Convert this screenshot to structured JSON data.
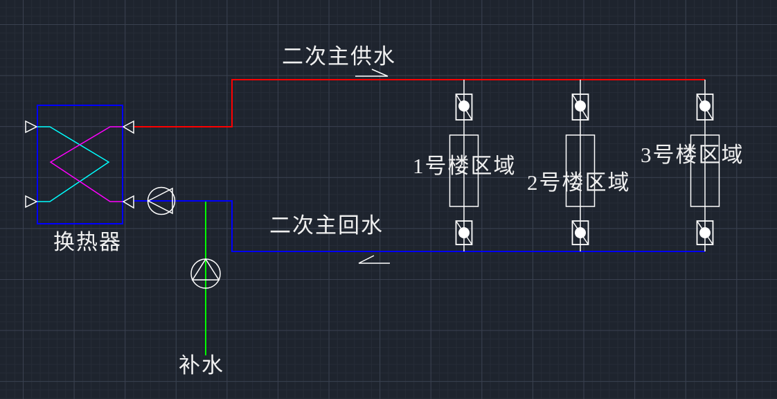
{
  "labels": {
    "supply_main": "二次主供水",
    "return_main": "二次主回水",
    "heat_exchanger": "换热器",
    "makeup_water": "补水",
    "buildings": [
      "1号楼区域",
      "2号楼区域",
      "3号楼区域"
    ]
  },
  "icons": {
    "supply_flow_arrow": "right-arrow",
    "return_flow_arrow": "left-arrow",
    "pump": "circle-with-triangle",
    "valve": "box-with-ball-and-diagonal",
    "port_arrow": "hollow-triangle"
  },
  "colors": {
    "supply_pipe": "#ff0000",
    "return_pipe": "#0000ff",
    "makeup_pipe": "#00ff00",
    "exchanger_box": "#0000ff",
    "exchanger_primary": "#00ffff",
    "exchanger_secondary": "#ff00ff",
    "symbol": "#ffffff",
    "text": "#f0f0f0",
    "background": "#1e242e",
    "grid_minor": "#262c37",
    "grid_major": "#3a4150"
  }
}
